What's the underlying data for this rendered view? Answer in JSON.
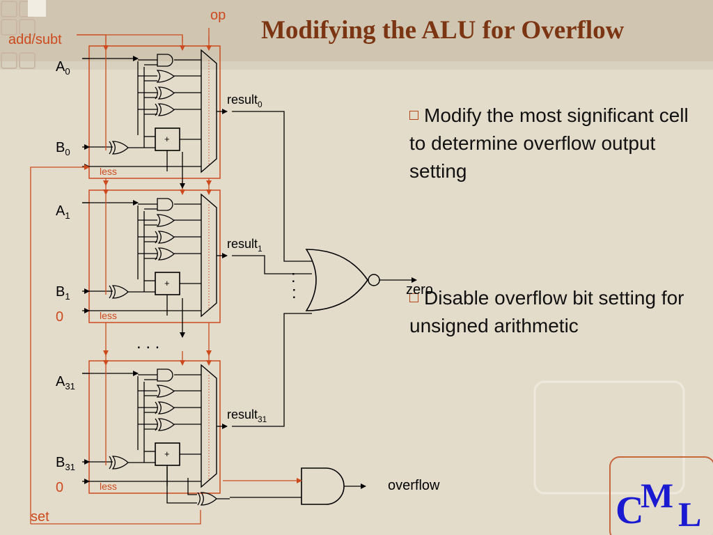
{
  "slide": {
    "title": "Modifying the ALU for Overflow",
    "bullets": [
      "Modify the most significant cell to determine overflow output setting",
      "Disable overflow bit setting for unsigned arithmetic"
    ]
  },
  "diagram": {
    "control_labels": {
      "op": "op",
      "add_sub": "add/subt",
      "set": "set"
    },
    "cells": [
      {
        "a_label": "A",
        "a_sub": "0",
        "b_label": "B",
        "b_sub": "0",
        "less_label": "less",
        "result_label": "result",
        "result_sub": "0",
        "less_input": ""
      },
      {
        "a_label": "A",
        "a_sub": "1",
        "b_label": "B",
        "b_sub": "1",
        "less_label": "less",
        "result_label": "result",
        "result_sub": "1",
        "less_input": "0"
      },
      {
        "a_label": "A",
        "a_sub": "31",
        "b_label": "B",
        "b_sub": "31",
        "less_label": "less",
        "result_label": "result",
        "result_sub": "31",
        "less_input": "0"
      }
    ],
    "adder_symbol": "+",
    "zero_label": "zero",
    "overflow_label": "overflow",
    "ellipsis_between_cells": ". . .",
    "ellipsis_nor": ":"
  },
  "logo": {
    "c": "C",
    "m": "M",
    "l": "L"
  },
  "colors": {
    "title": "#7c3512",
    "accent": "#cc4a1e",
    "wire": "#000000",
    "background": "#e4dccb",
    "logo": "#1a1ad0"
  }
}
